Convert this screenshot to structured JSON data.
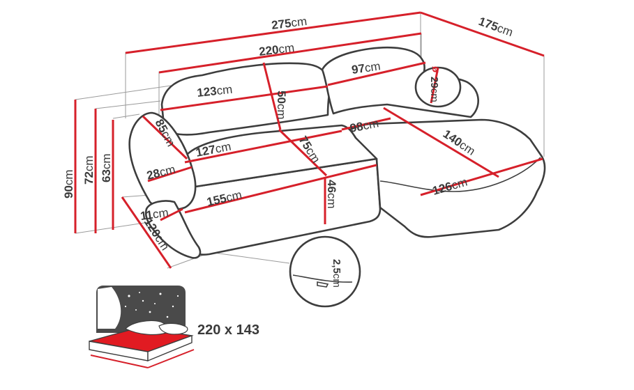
{
  "colors": {
    "measure_line": "#d6202a",
    "outline": "#3d3d3d",
    "text": "#3a3a3a",
    "bed_fill": "#e11b22",
    "night_sky": "#4a4a4a"
  },
  "icons": {
    "sleep_function": "bed-with-night-sky-icon"
  },
  "dimensions": {
    "total_width": {
      "value": "275",
      "unit": "cm"
    },
    "total_depth": {
      "value": "175",
      "unit": "cm"
    },
    "back_width": {
      "value": "220",
      "unit": "cm"
    },
    "main_cushion_width": {
      "value": "123",
      "unit": "cm"
    },
    "back_cushion_height": {
      "value": "50",
      "unit": "cm"
    },
    "chaise_cushion_width": {
      "value": "97",
      "unit": "cm"
    },
    "pillow_diameter": {
      "symbol": "ø",
      "value": "29",
      "unit": "cm"
    },
    "armrest_length": {
      "value": "85",
      "unit": "cm"
    },
    "armrest_width": {
      "value": "28",
      "unit": "cm"
    },
    "seat_width_inner": {
      "value": "127",
      "unit": "cm"
    },
    "seat_depth": {
      "value": "75",
      "unit": "cm"
    },
    "chaise_width": {
      "value": "98",
      "unit": "cm"
    },
    "chaise_length": {
      "value": "140",
      "unit": "cm"
    },
    "chaise_front": {
      "value": "126",
      "unit": "cm"
    },
    "seat_front_width": {
      "value": "155",
      "unit": "cm"
    },
    "seat_height": {
      "value": "46",
      "unit": "cm"
    },
    "leg_height": {
      "value": "11",
      "unit": "cm"
    },
    "side_depth": {
      "value": "120",
      "unit": "cm"
    },
    "total_height": {
      "value": "90",
      "unit": "cm"
    },
    "back_height": {
      "value": "72",
      "unit": "cm"
    },
    "arm_height": {
      "value": "63",
      "unit": "cm"
    },
    "leg_detail": {
      "value": "2,5",
      "unit": "cm"
    }
  },
  "sleeping_area": {
    "text": "220 x 143"
  }
}
